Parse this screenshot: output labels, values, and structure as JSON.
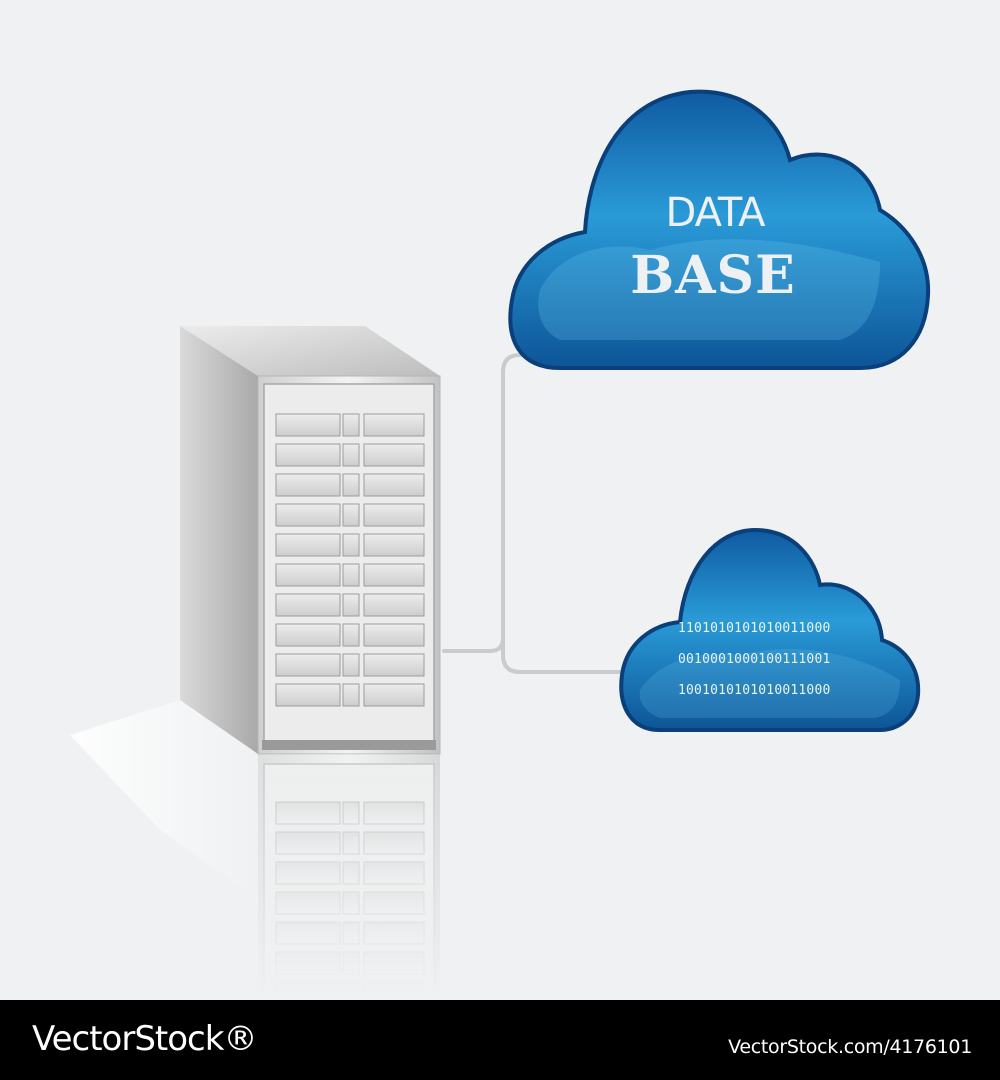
{
  "cloud_large": {
    "line1": "DATA",
    "line2": "BASE"
  },
  "cloud_small": {
    "binary_lines": [
      "1101010101010011000",
      "0010001000100111001",
      "1001010101010011000"
    ]
  },
  "footer": {
    "brand": "VectorStock®",
    "image_id": "VectorStock.com/4176101"
  },
  "colors": {
    "background": "#eff1f2",
    "cloud_light": "#2a9bd8",
    "cloud_dark": "#0c4f93",
    "cloud_edge": "#0a3f7a",
    "server_light": "#f2f2f2",
    "server_dark": "#b9b9b9",
    "cable": "#c9ccce",
    "footer": "#000000"
  }
}
